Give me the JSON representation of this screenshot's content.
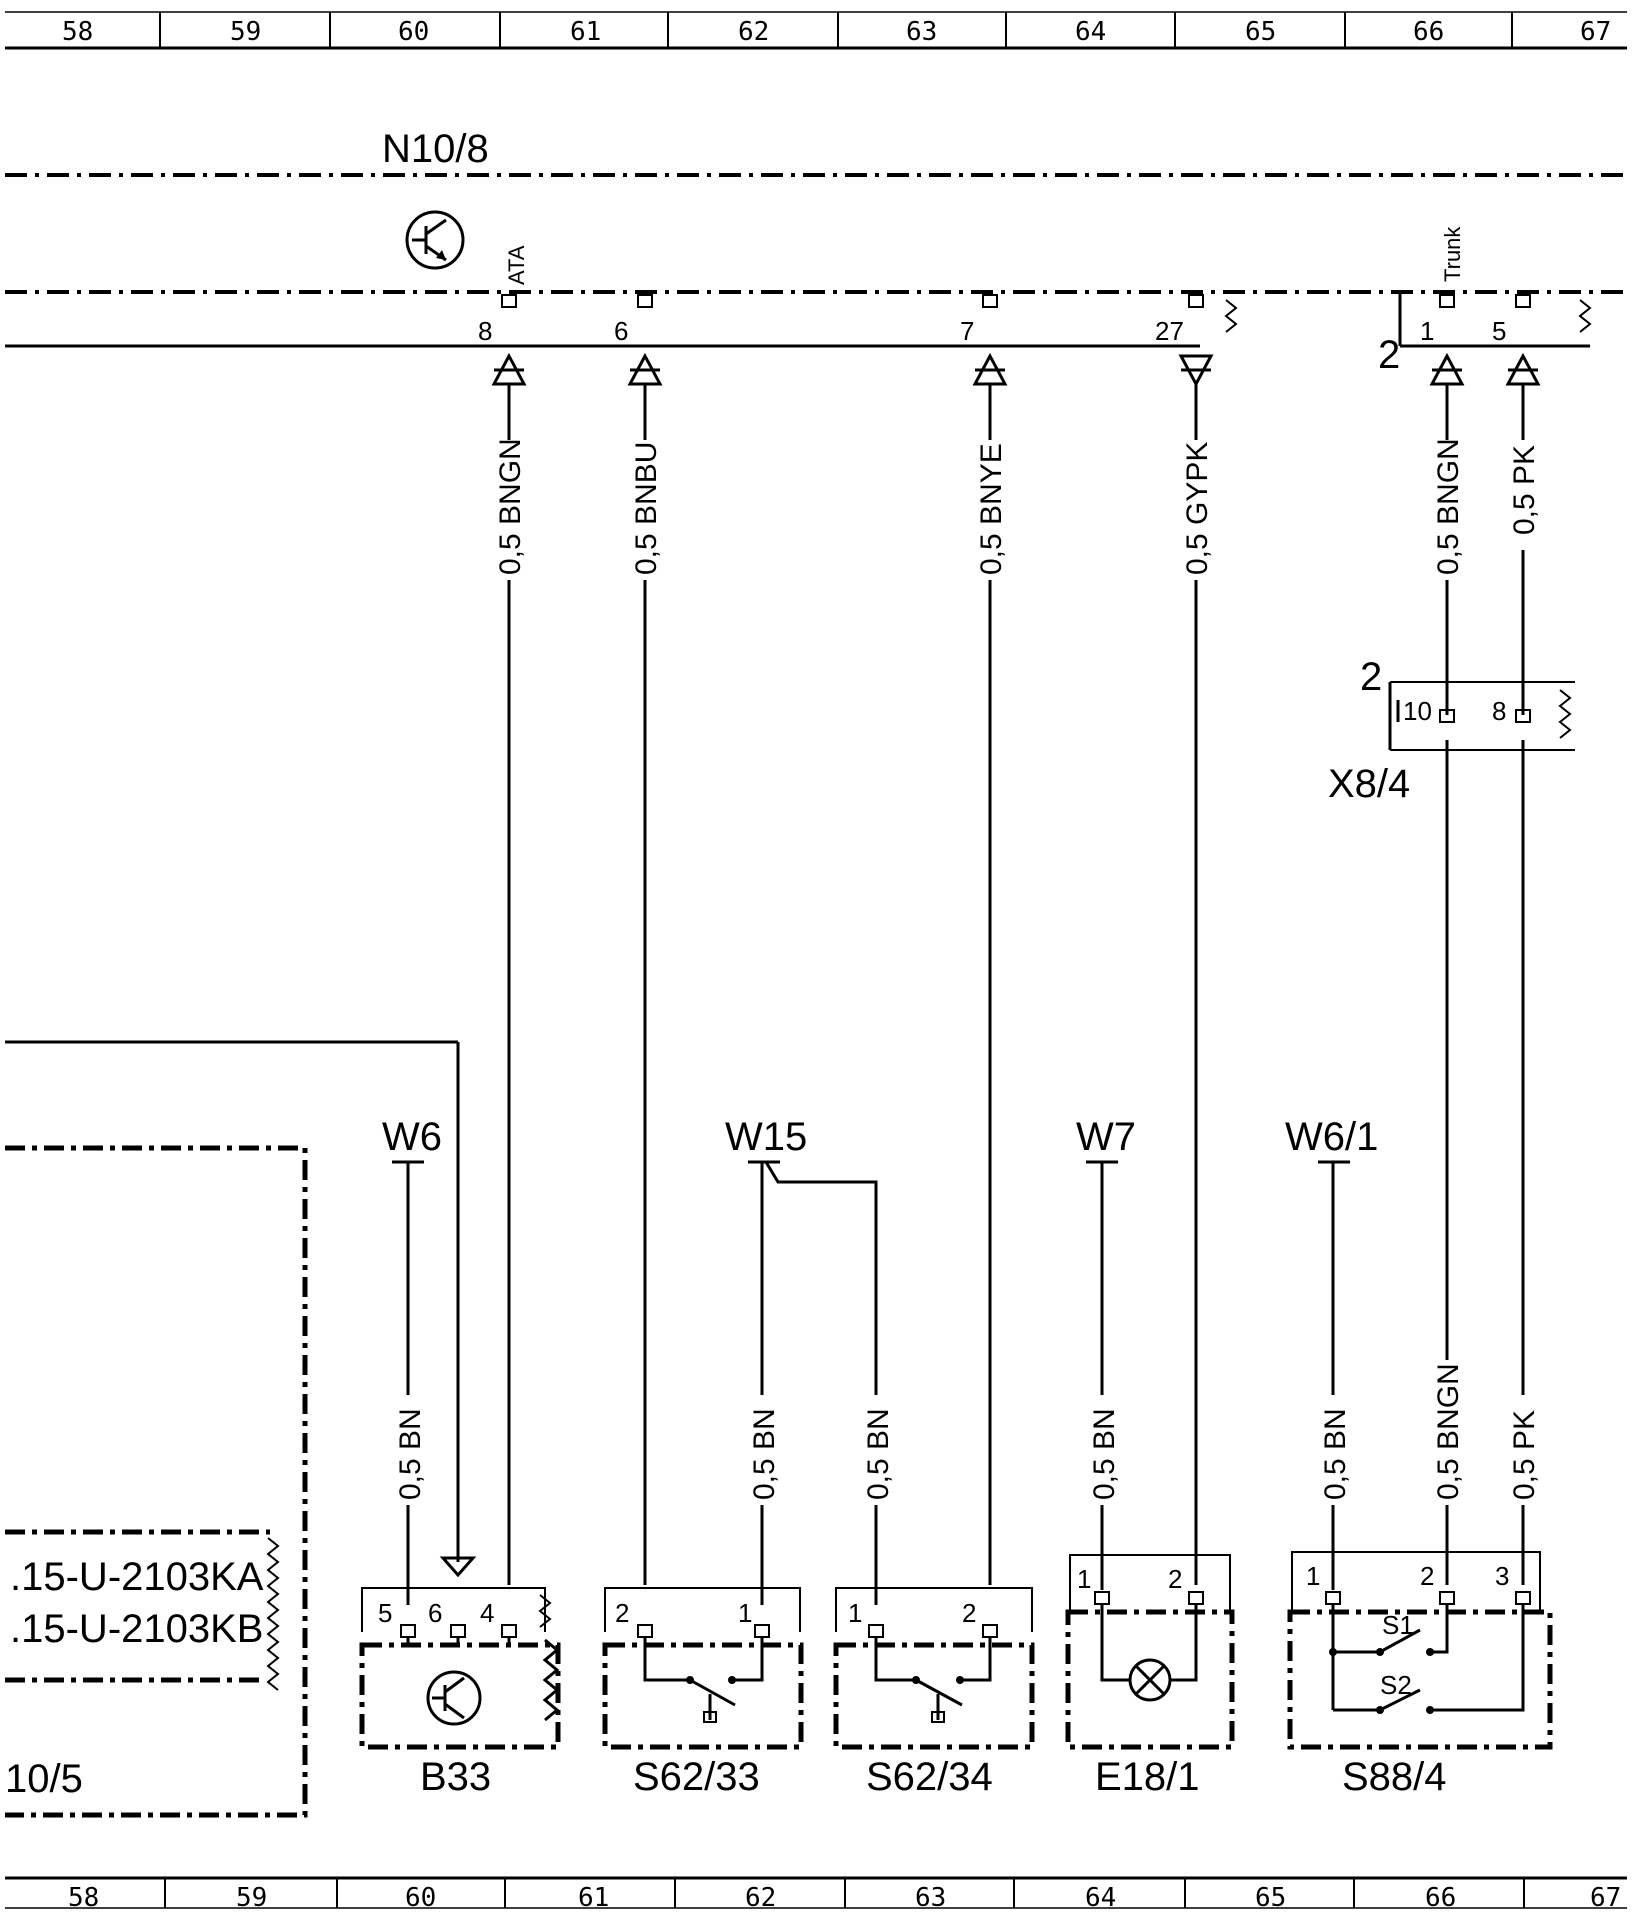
{
  "ruler": {
    "top": [
      "58",
      "59",
      "60",
      "61",
      "62",
      "63",
      "64",
      "65",
      "66",
      "67"
    ],
    "bottom": [
      "58",
      "59",
      "60",
      "61",
      "62",
      "63",
      "64",
      "65",
      "66",
      "67"
    ]
  },
  "module": {
    "name": "N10/8",
    "ata_label": "ATA",
    "trunk_label": "Trunk",
    "pins": [
      "8",
      "6",
      "7",
      "27",
      "1",
      "5"
    ],
    "sub_connector": "2"
  },
  "wires": {
    "w1": "0,5 BNGN",
    "w2": "0,5 BNBU",
    "w3": "0,5 BNYE",
    "w4": "0,5 GYPK",
    "w5": "0,5 BNGN",
    "w6": "0,5 PK",
    "g1": "0,5 BN",
    "g2": "0,5 BN",
    "g3": "0,5 BN",
    "g4": "0,5 BN",
    "g5": "0,5 BN",
    "l1": "0,5 BNGN",
    "l2": "0,5 PK"
  },
  "connector_x84": {
    "name": "X8/4",
    "side": "2",
    "pins": [
      "10",
      "8"
    ]
  },
  "grounds": [
    "W6",
    "W15",
    "W7",
    "W6/1"
  ],
  "left_box": {
    "line1": ".15-U-2103KA",
    "line2": ".15-U-2103KB",
    "label": "10/5"
  },
  "components": [
    {
      "name": "B33",
      "pins": [
        "5",
        "6",
        "4"
      ]
    },
    {
      "name": "S62/33",
      "pins": [
        "2",
        "1"
      ]
    },
    {
      "name": "S62/34",
      "pins": [
        "1",
        "2"
      ]
    },
    {
      "name": "E18/1",
      "pins": [
        "1",
        "2"
      ]
    },
    {
      "name": "S88/4",
      "pins": [
        "1",
        "2",
        "3"
      ],
      "switches": [
        "S1",
        "S2"
      ]
    }
  ]
}
